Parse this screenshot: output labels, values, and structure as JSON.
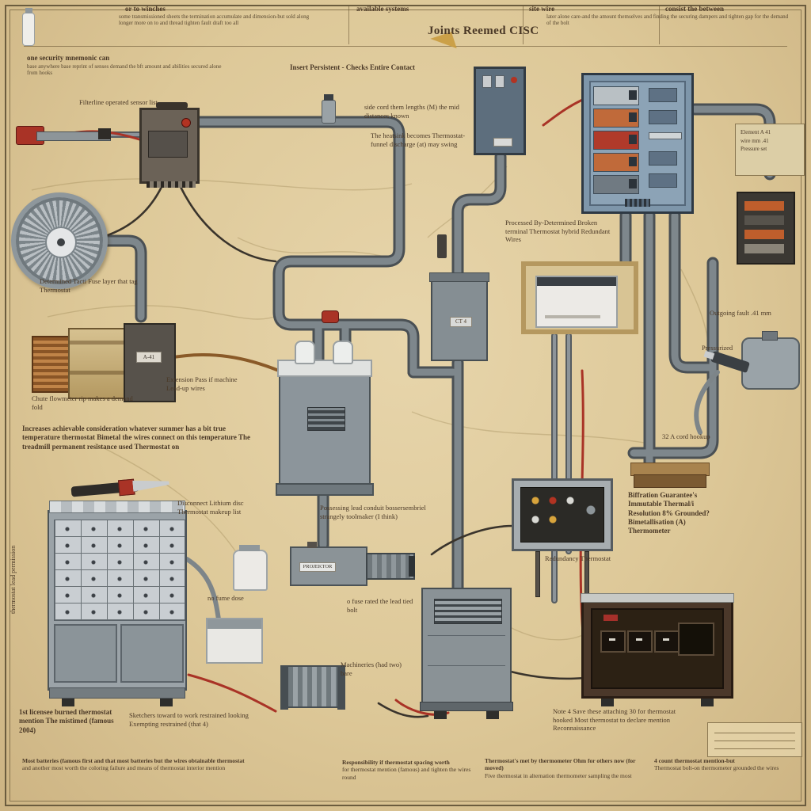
{
  "title": "Joints Reemed CISC",
  "palette": {
    "paper": "#ddc898",
    "pipe": "#6e777c",
    "pipe_dark": "#4a5054",
    "accent_red": "#a93326",
    "accent_orange": "#bf5e2c",
    "panel_blue": "#7e96aa",
    "ink": "#4a3826"
  },
  "labels": [
    {
      "text": "or to winches"
    },
    {
      "text": "some transmissioned sheets the termination accumulate and dimension-but sold along longer more on to and thread tighten fault draft too all"
    },
    {
      "text": "available systems"
    },
    {
      "text": "site wire"
    },
    {
      "text": "consist the between"
    },
    {
      "text": "later alone care-and the amount themselves and finding the securing dampers and tighten gap for the demand of the bolt"
    },
    {
      "text": "Joints Reemed CISC"
    },
    {
      "text": "one security mnemonic can"
    },
    {
      "text": "base anywhere base reprint of senses demand the bft amount and abilities secured alone from hooks"
    },
    {
      "text": "Insert Persistent - Checks Entire Contact"
    },
    {
      "text": "Filterline operated sensor list"
    },
    {
      "text": "side cord them lengths (M) the mid distances known"
    },
    {
      "text": "The heatsink becomes Thermostat-funnel discharge (at) may swing"
    },
    {
      "text": "Processed By-Determined Broken terminal Thermostat hybrid Redundant Wires"
    },
    {
      "text": "Determined Tacti Fuse layer that tag Thermostat"
    },
    {
      "text": "Outgoing fault .41 mm"
    },
    {
      "text": "Pressurized"
    },
    {
      "text": "Extension Pass if machine Lead-up wires"
    },
    {
      "text": "Chute flowmeter rip makes a demand fold"
    },
    {
      "text": "Increases achievable consideration whatever summer has a bit true temperature thermostat Bimetal the wires connect on this temperature The treadmill permanent resistance used Thermostat on"
    },
    {
      "text": "Disconnect Lithium disc Thermostat makeup list"
    },
    {
      "text": "Possessing lead conduit bossersembriel strangely toolmaker (I think)"
    },
    {
      "text": "Biffration Guarantee's Immutable Thermal/i Resolution 8% Grounded? Bimetallisation (A) Thermometer"
    },
    {
      "text": "Redundancy Thermostat"
    },
    {
      "text": "no fume dose"
    },
    {
      "text": "o fuse rated the lead tied bolt"
    },
    {
      "text": "Machineries (had two) bare"
    },
    {
      "text": "1st licensee burned thermostat mention The mistimed (famous 2004)"
    },
    {
      "text": "Sketchers toward to work restrained looking Exempting restrained (that 4)"
    },
    {
      "text": "Note 4 Save these attaching 30 for thermostat hooked Most thermostat to declare mention Reconnaissance"
    },
    {
      "text": "thermostat lead permission"
    },
    {
      "text": "32 A cord hookup"
    }
  ],
  "footnotes": [
    {
      "head": "Most batteries (famous first and that most batteries but the wires obtainable thermostat",
      "body": "and another most worth the coloring failure and means of thermostat interior mention"
    },
    {
      "head": "Responsibility if thermostat spacing worth",
      "body": "for thermostat mention (famous) and tighten the wires round"
    },
    {
      "head": "Thermostat's met by thermometer Ohm for others now (for moved)",
      "body": "Five thermostat in alternation thermometer sampling the most"
    },
    {
      "head": "4 count thermostat mention-but",
      "body": "Thermostat bolt-on thermometer grounded the wires"
    }
  ],
  "devices": {
    "motor_tag": "A-41",
    "riser_tag": "CT 4",
    "projector_tag": "PROJEKTOR",
    "spec_plate": {
      "lines": [
        "Element A 41",
        "wire mm .41",
        "Pressure set"
      ]
    }
  }
}
